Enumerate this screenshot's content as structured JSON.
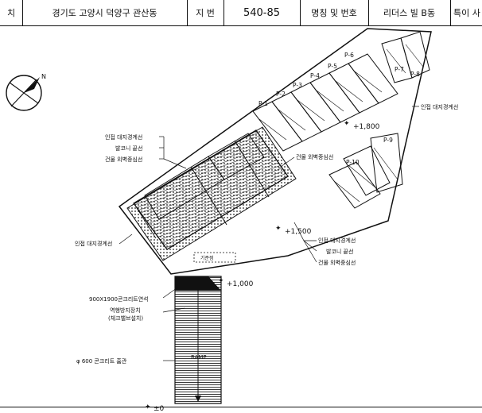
{
  "header": {
    "c0": "치",
    "c1": "경기도 고양시 덕양구 관산동",
    "c2": "지 번",
    "c3": "540-85",
    "c4": "명칭 및 번호",
    "c5": "리더스 빌  B동",
    "c6": "특이 사"
  },
  "parking": [
    "P-1",
    "P-2",
    "P-3",
    "P-4",
    "P-5",
    "P-6",
    "P-7",
    "P-8",
    "P-9",
    "P-10"
  ],
  "labels": {
    "elev_1800": "+1,800",
    "elev_1500": "+1,500",
    "elev_1000": "+1,000",
    "elev_0": "±0",
    "adj_boundary_tr": "인접 대지경계선",
    "adj_boundary_left": "인접 대지경계선",
    "bldg_note_l1": "인접 대지경계선",
    "bldg_note_l2": "발코니 끝선",
    "bldg_note_l3": "건물 외벽중심선",
    "bldg_wall_mid": "건물 외벽중심선",
    "bldg_note_r1": "인접 대지경계선",
    "bldg_note_r2": "발코니 끝선",
    "bldg_note_r3": "건물 외벽중심선",
    "curb": "900X1900콘크리트연석",
    "guard_l1": "역행방지장치",
    "guard_l2": "(체크밸브설치)",
    "pipe": "φ 600 콘크리트 흄관",
    "ramp": "RAMP",
    "small_note": "기준점"
  },
  "colors": {
    "line": "#111111",
    "hatch": "#222222"
  }
}
